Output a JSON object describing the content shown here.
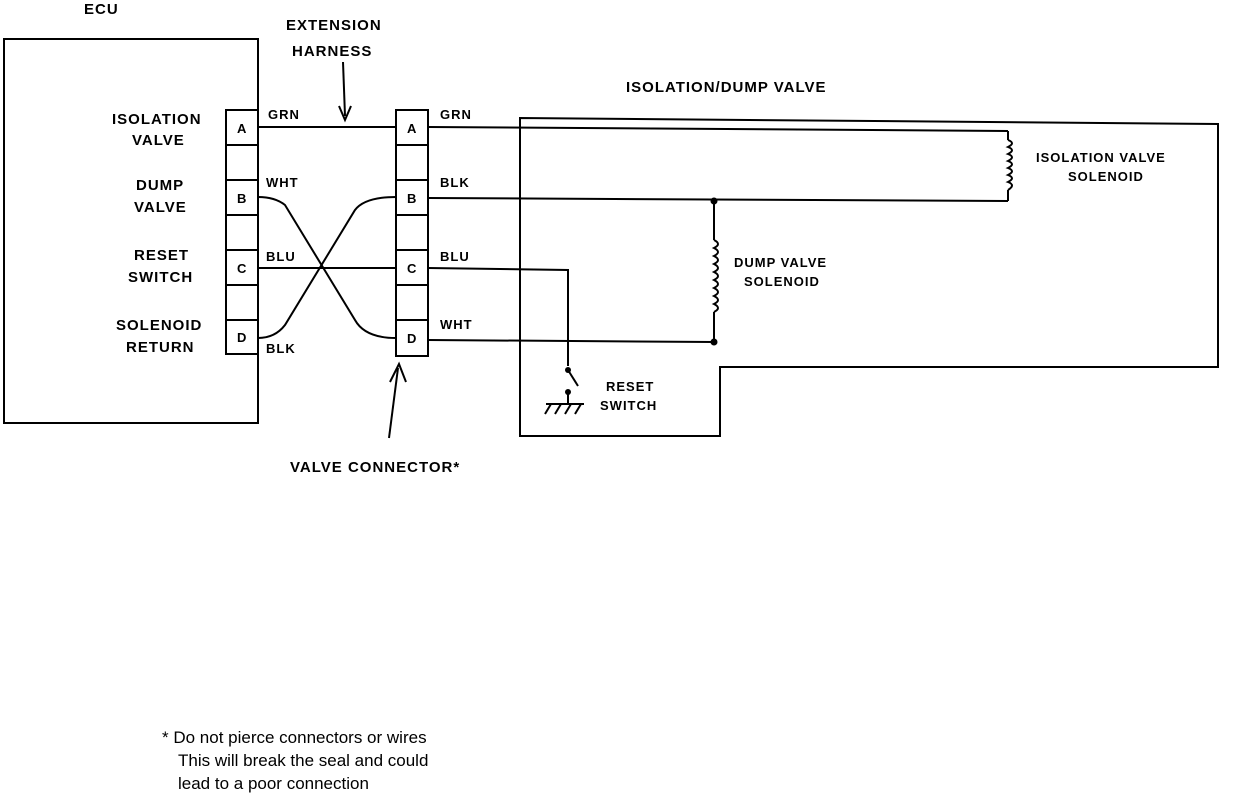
{
  "ecu": {
    "title": "ECU",
    "labels": {
      "isolation_valve": [
        "ISOLATION",
        "VALVE"
      ],
      "dump_valve": [
        "DUMP",
        "VALVE"
      ],
      "reset_switch": [
        "RESET",
        "SWITCH"
      ],
      "solenoid_return": [
        "SOLENOID",
        "RETURN"
      ]
    },
    "pins": [
      "A",
      "B",
      "C",
      "D"
    ]
  },
  "extension_harness": {
    "label": [
      "EXTENSION",
      "HARNESS"
    ]
  },
  "ecu_wires": {
    "a": "GRN",
    "b": "WHT",
    "c": "BLU",
    "d": "BLK"
  },
  "valve_connector": {
    "label": "VALVE CONNECTOR*",
    "pins": [
      "A",
      "B",
      "C",
      "D"
    ],
    "wires": {
      "a": "GRN",
      "b": "BLK",
      "c": "BLU",
      "d": "WHT"
    }
  },
  "valve_assembly": {
    "title": "ISOLATION/DUMP VALVE",
    "isolation_solenoid": [
      "ISOLATION VALVE",
      "SOLENOID"
    ],
    "dump_solenoid": [
      "DUMP VALVE",
      "SOLENOID"
    ],
    "reset_switch": [
      "RESET",
      "SWITCH"
    ]
  },
  "footnote": [
    "* Do not pierce connectors or wires",
    "This will break the seal and could",
    "lead to a poor connection"
  ]
}
